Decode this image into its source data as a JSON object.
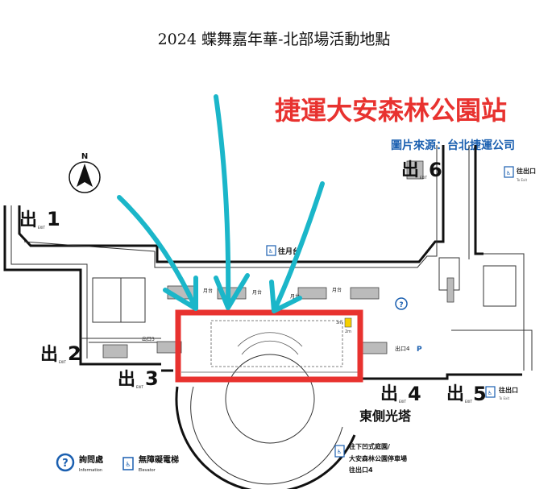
{
  "page_title": "2024 蝶舞嘉年華-北部場活動地點",
  "station_title": "捷運大安森林公園站",
  "image_source": "圖片來源：台北捷運公司",
  "compass": {
    "label": "N"
  },
  "exits": [
    {
      "char": "出",
      "exit_word": "EXIT",
      "number": "1"
    },
    {
      "char": "出",
      "exit_word": "EXIT",
      "number": "2"
    },
    {
      "char": "出",
      "exit_word": "EXIT",
      "number": "3"
    },
    {
      "char": "出",
      "exit_word": "EXIT",
      "number": "4"
    },
    {
      "char": "出",
      "exit_word": "EXIT",
      "number": "5"
    },
    {
      "char": "出",
      "exit_word": "EXIT",
      "number": "6"
    }
  ],
  "east_light_tower": "東側光塔",
  "map_labels": {
    "to_platform": "往月台",
    "platform": "月台",
    "exit3_sign": "出口3",
    "exit4_sign": "出口4",
    "parking": "P",
    "to_exit": "往出口",
    "to_exit_en": "To Exit",
    "dim_3m": "3m",
    "dim_2m": "2m"
  },
  "elevator_note": [
    "往下凹式庭園/",
    "大安森林公園停車場",
    "往出口4"
  ],
  "legend": {
    "information_zh": "詢問處",
    "information_en": "Information",
    "elevator_zh": "無障礙電梯",
    "elevator_en": "Elevator"
  },
  "colors": {
    "highlight_red": "#e8322f",
    "arrow_cyan": "#1bb6c9",
    "info_blue": "#1a5fb0"
  }
}
